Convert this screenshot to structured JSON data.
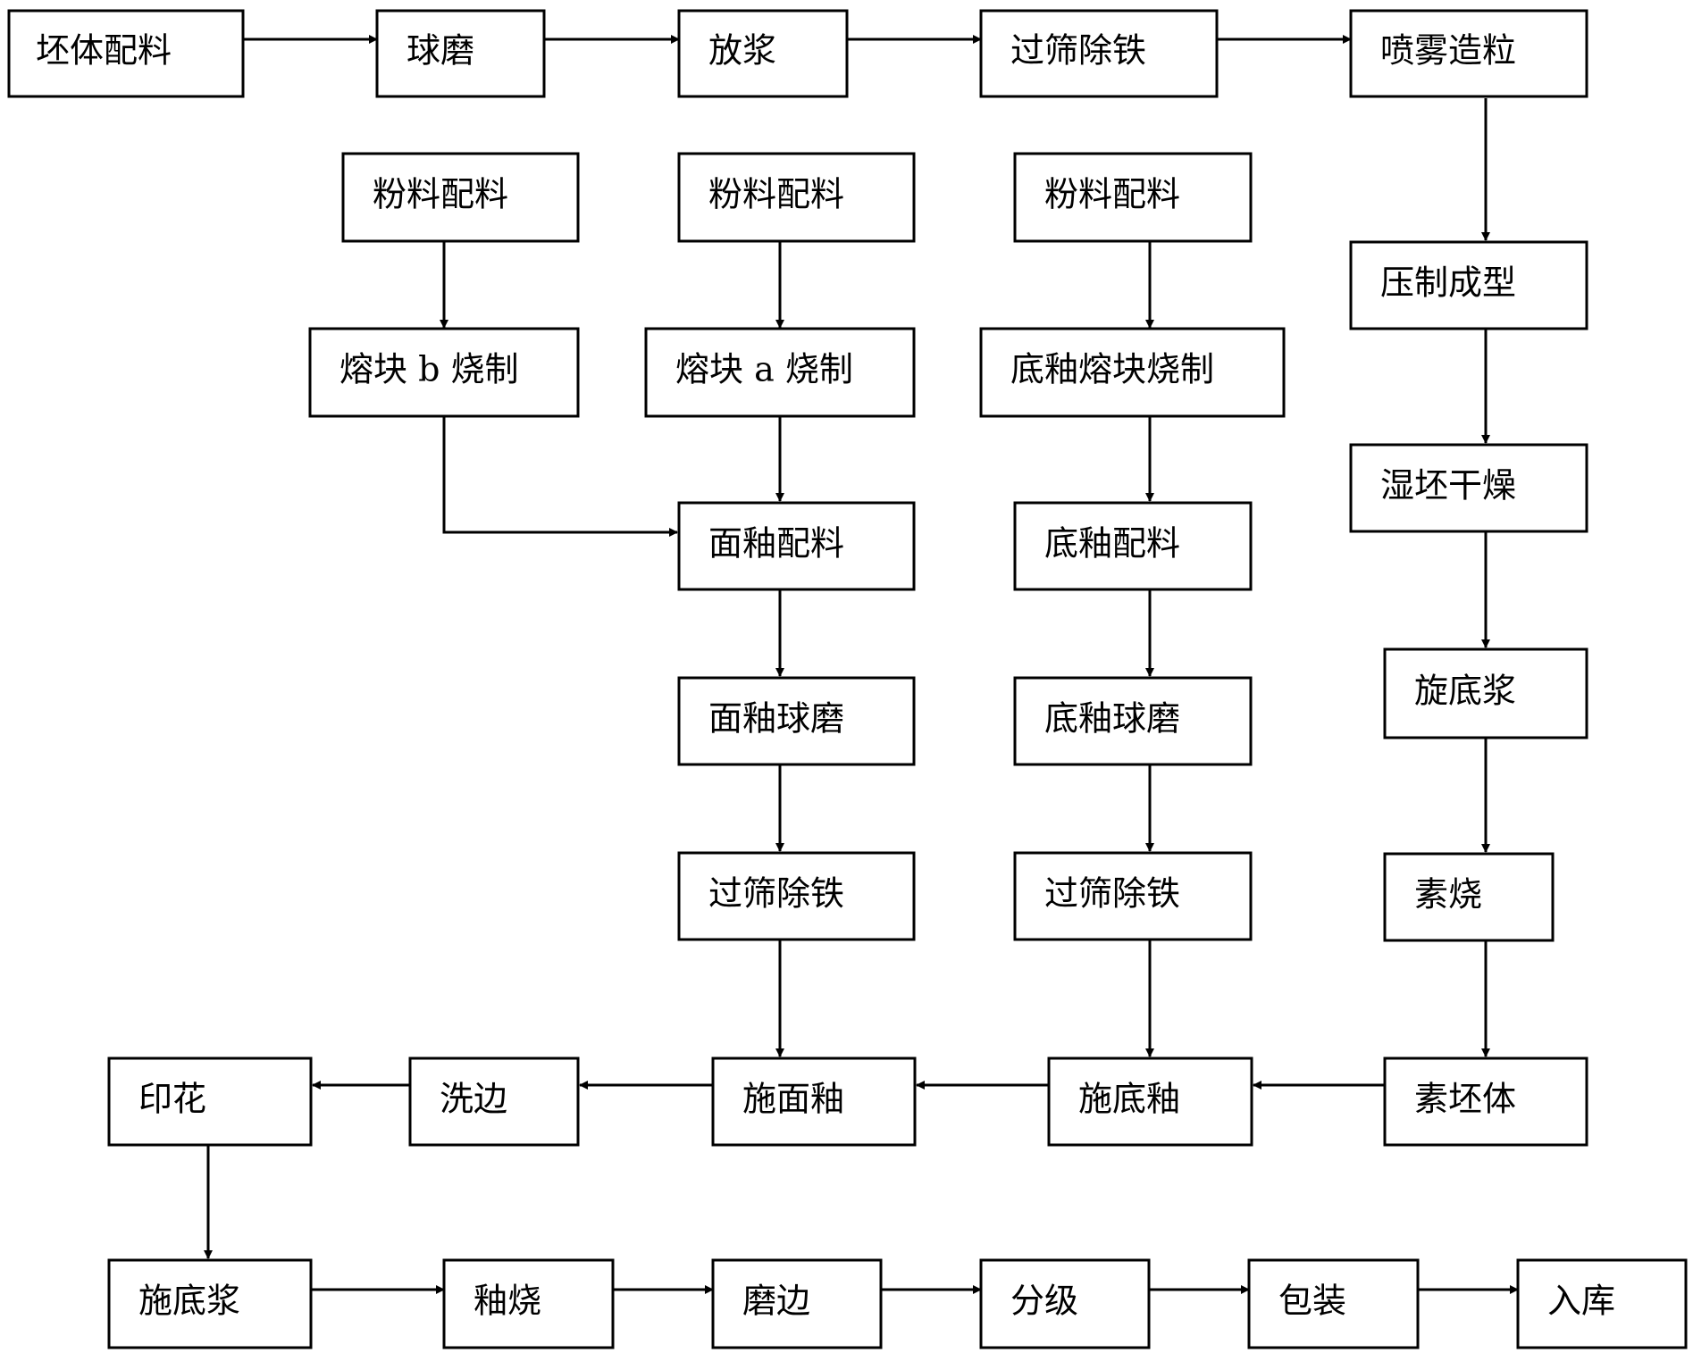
{
  "nodes": {
    "n1": "坯体配料",
    "n2": "球磨",
    "n3": "放浆",
    "n4": "过筛除铁",
    "n5": "喷雾造粒",
    "n6": "粉料配料",
    "n7": "粉料配料",
    "n8": "粉料配料",
    "n9": "压制成型",
    "n10": "熔块 b 烧制",
    "n11": "熔块 a 烧制",
    "n12": "底釉熔块烧制",
    "n13": "湿坯干燥",
    "n14": "面釉配料",
    "n15": "底釉配料",
    "n16": "旋底浆",
    "n17": "面釉球磨",
    "n18": "底釉球磨",
    "n19": "素烧",
    "n20": "过筛除铁",
    "n21": "过筛除铁",
    "n22": "印花",
    "n23": "洗边",
    "n24": "施面釉",
    "n25": "施底釉",
    "n26": "素坯体",
    "n27": "施底浆",
    "n28": "釉烧",
    "n29": "磨边",
    "n30": "分级",
    "n31": "包装",
    "n32": "入库"
  },
  "edges": [
    [
      "n1",
      "n2"
    ],
    [
      "n2",
      "n3"
    ],
    [
      "n3",
      "n4"
    ],
    [
      "n4",
      "n5"
    ],
    [
      "n5",
      "n9"
    ],
    [
      "n9",
      "n13"
    ],
    [
      "n13",
      "n16"
    ],
    [
      "n16",
      "n19"
    ],
    [
      "n19",
      "n26"
    ],
    [
      "n6",
      "n10"
    ],
    [
      "n7",
      "n11"
    ],
    [
      "n8",
      "n12"
    ],
    [
      "n10",
      "n14"
    ],
    [
      "n11",
      "n14"
    ],
    [
      "n12",
      "n15"
    ],
    [
      "n14",
      "n17"
    ],
    [
      "n17",
      "n20"
    ],
    [
      "n20",
      "n24"
    ],
    [
      "n15",
      "n18"
    ],
    [
      "n18",
      "n21"
    ],
    [
      "n21",
      "n25"
    ],
    [
      "n26",
      "n25"
    ],
    [
      "n25",
      "n24"
    ],
    [
      "n24",
      "n23"
    ],
    [
      "n23",
      "n22"
    ],
    [
      "n22",
      "n27"
    ],
    [
      "n27",
      "n28"
    ],
    [
      "n28",
      "n29"
    ],
    [
      "n29",
      "n30"
    ],
    [
      "n30",
      "n31"
    ],
    [
      "n31",
      "n32"
    ]
  ]
}
